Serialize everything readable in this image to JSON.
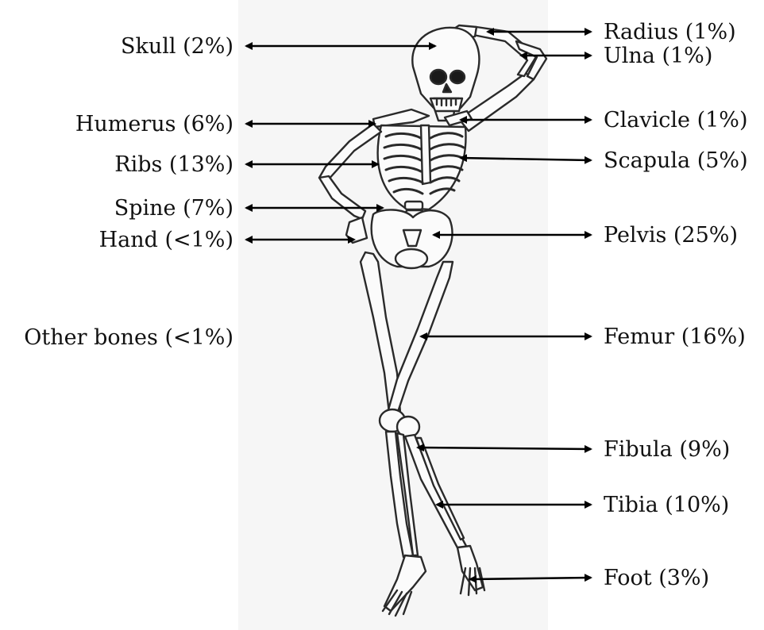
{
  "labels": {
    "skull": "Skull (2%)",
    "humerus": "Humerus (6%)",
    "ribs": "Ribs (13%)",
    "spine": "Spine (7%)",
    "hand": "Hand (<1%)",
    "other": "Other bones (<1%)",
    "radius": "Radius (1%)",
    "ulna": "Ulna (1%)",
    "clavicle": "Clavicle (1%)",
    "scapula": "Scapula (5%)",
    "pelvis": "Pelvis (25%)",
    "femur": "Femur (16%)",
    "fibula": "Fibula (9%)",
    "tibia": "Tibia (10%)",
    "foot": "Foot (3%)"
  },
  "colors": {
    "text": "#111111",
    "arrow": "#000000",
    "bone_outline": "#2a2a2a",
    "bone_fill": "#fbfbfb",
    "backdrop": "#f6f6f6"
  }
}
